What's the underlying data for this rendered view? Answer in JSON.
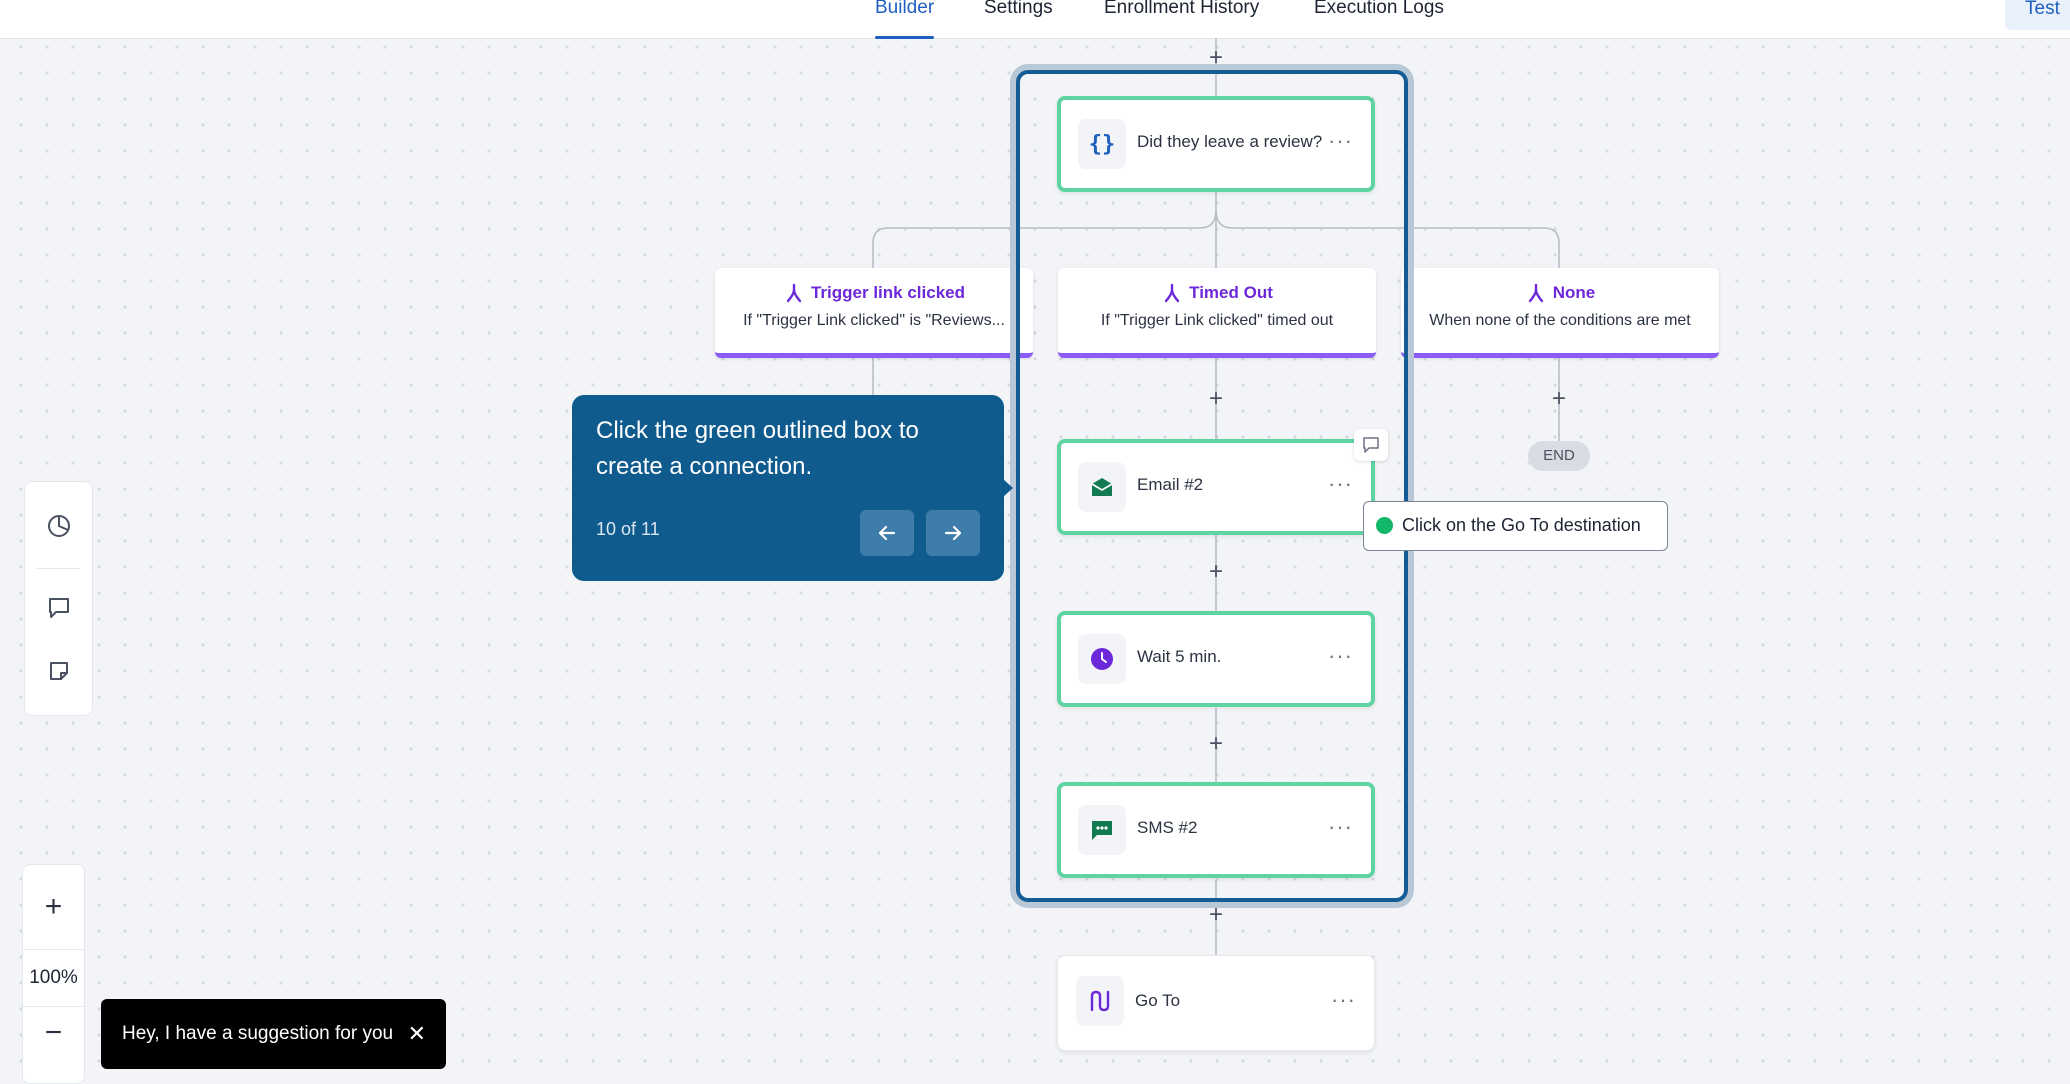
{
  "tabs": [
    {
      "label": "Builder",
      "active": true
    },
    {
      "label": "Settings",
      "active": false
    },
    {
      "label": "Enrollment History",
      "active": false
    },
    {
      "label": "Execution Logs",
      "active": false
    }
  ],
  "test_button": "Test",
  "add_step": "+",
  "nodes": {
    "condition": {
      "label": "Did they leave a review?",
      "icon": "code-braces-icon"
    },
    "email": {
      "label": "Email #2",
      "icon": "envelope-icon"
    },
    "wait": {
      "label": "Wait 5 min.",
      "icon": "clock-icon"
    },
    "sms": {
      "label": "SMS #2",
      "icon": "chat-bubble-icon"
    },
    "goto": {
      "label": "Go To",
      "icon": "route-icon"
    },
    "more": "···"
  },
  "branches": [
    {
      "title": "Trigger link clicked",
      "description": "If \"Trigger Link clicked\" is \"Reviews..."
    },
    {
      "title": "Timed Out",
      "description": "If \"Trigger Link clicked\" timed out"
    },
    {
      "title": "None",
      "description": "When none of the conditions are met"
    }
  ],
  "end_label": "END",
  "guide": {
    "message": "Click the green outlined box to create a connection.",
    "progress": "10 of 11"
  },
  "hint": "Click on the Go To destination",
  "zoom": {
    "in": "+",
    "level": "100%",
    "out": "−"
  },
  "toast": {
    "message": "Hey, I have a suggestion for you",
    "close": "✕"
  },
  "colors": {
    "accent": "#1f5fbf",
    "node_border": "#5fd3a0",
    "branch_purple": "#6d28d9",
    "guide_bg": "#0f5b8e",
    "hint_dot": "#12b76a"
  }
}
